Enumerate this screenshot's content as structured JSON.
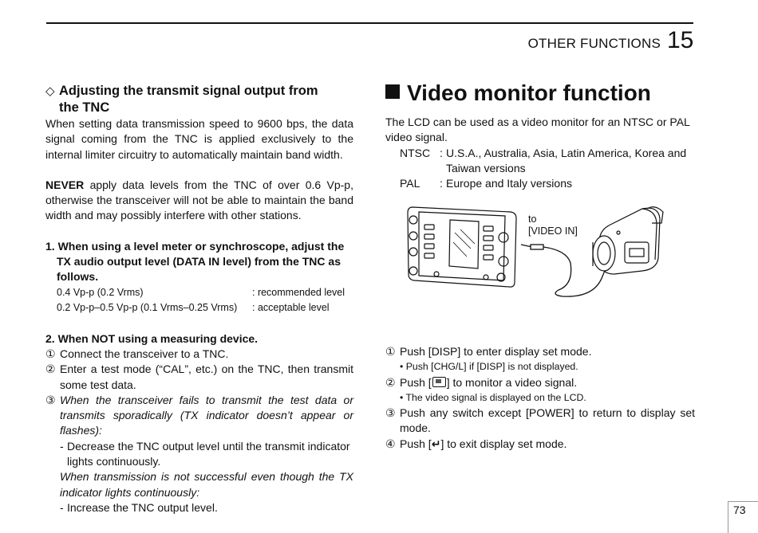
{
  "header": {
    "section_title": "OTHER FUNCTIONS",
    "section_number": "15"
  },
  "page_number": "73",
  "left": {
    "subhead_symbol": "◇",
    "subhead_line1": "Adjusting the transmit signal output from",
    "subhead_line2": "the TNC",
    "intro": "When setting data transmission speed to 9600 bps, the data signal coming from the TNC is applied exclusively to the internal limiter circuitry to automatically maintain band width.",
    "never_word": "NEVER",
    "never_rest": " apply data levels from the TNC of over 0.6 Vp-p, otherwise the transceiver will not be able to maintain the band width and may possibly interfere with other stations.",
    "step1_num": "1.",
    "step1_text": "When using a level meter or synchroscope, adjust the TX audio output level (DATA IN level) from the TNC as follows.",
    "levels": [
      {
        "value": "0.4 Vp-p (0.2 Vrms)",
        "note": ": recommended level"
      },
      {
        "value": "0.2 Vp-p–0.5 Vp-p (0.1 Vrms–0.25 Vrms)",
        "note": ": acceptable level"
      }
    ],
    "step2_num": "2.",
    "step2_text": "When NOT using a measuring device.",
    "items": [
      {
        "mark": "①",
        "text": "Connect the transceiver to a TNC."
      },
      {
        "mark": "②",
        "text": "Enter a test mode (“CAL”, etc.) on the TNC, then transmit some test data."
      }
    ],
    "item3_mark": "③",
    "item3_text": "When the transceiver fails to transmit the test data or transmits sporadically (TX indicator doesn’t appear or flashes):",
    "dash_mark": "-",
    "dash1": "Decrease the TNC output level until the transmit indicator lights continuously.",
    "italic2": "When transmission is not successful even though the TX indicator lights continuously:",
    "dash2": "Increase the TNC output level."
  },
  "right": {
    "title": "Video monitor function",
    "intro": "The LCD can be used as a video monitor for an NTSC or PAL video signal.",
    "defs": [
      {
        "term": "NTSC",
        "desc": "U.S.A., Australia, Asia, Latin America, Korea and Taiwan versions"
      },
      {
        "term": "PAL",
        "desc": "Europe and Italy versions"
      }
    ],
    "figure": {
      "label_line1": "to",
      "label_line2": "[VIDEO IN]"
    },
    "step1_mark": "①",
    "step1": "Push [DISP] to enter display set mode.",
    "step1_note": "• Push [CHG/L] if [DISP] is not displayed.",
    "step2_mark": "②",
    "step2_pre": "Push [",
    "step2_post": "] to monitor a video signal.",
    "step2_icon": "video-button-icon",
    "step2_note": "• The video signal is displayed on the LCD.",
    "step3_mark": "③",
    "step3": "Push any switch except [POWER] to return to display set mode.",
    "step4_mark": "④",
    "step4_pre": "Push [",
    "step4_icon_char": "↵",
    "step4_post": "] to exit display set mode."
  }
}
